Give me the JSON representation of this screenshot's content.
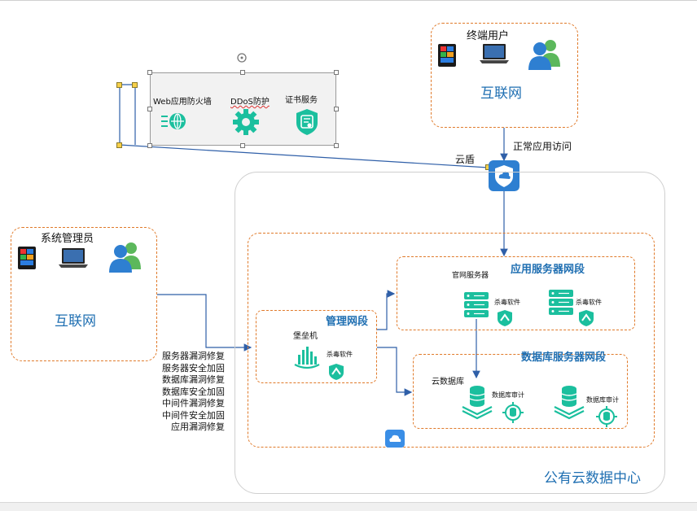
{
  "end_user": {
    "title": "终端用户",
    "network": "互联网"
  },
  "admin": {
    "title": "系统管理员",
    "network": "互联网"
  },
  "security_services": {
    "waf": "Web应用防火墙",
    "ddos": "DDoS防护",
    "cert": "证书服务"
  },
  "cloud_shield": "云盾",
  "normal_access": "正常应用访问",
  "datacenter": "公有云数据中心",
  "mgmt_segment": {
    "title": "管理网段",
    "bastion": "堡垒机",
    "antivirus": "杀毒软件"
  },
  "app_segment": {
    "title": "应用服务器网段",
    "web_server": "官网服务器",
    "antivirus_1": "杀毒软件",
    "antivirus_2": "杀毒软件"
  },
  "db_segment": {
    "title": "数据库服务器网段",
    "cloud_db": "云数据库",
    "audit_1": "数据库审计",
    "audit_2": "数据库审计"
  },
  "admin_tasks": [
    "服务器漏洞修复",
    "服务器安全加固",
    "数据库漏洞修复",
    "数据库安全加固",
    "中间件漏洞修复",
    "中间件安全加固",
    "应用漏洞修复"
  ],
  "colors": {
    "teal": "#1bbf9e",
    "blue": "#1f6fb2",
    "orange": "#e07a2a",
    "line": "#2f5fa8"
  }
}
